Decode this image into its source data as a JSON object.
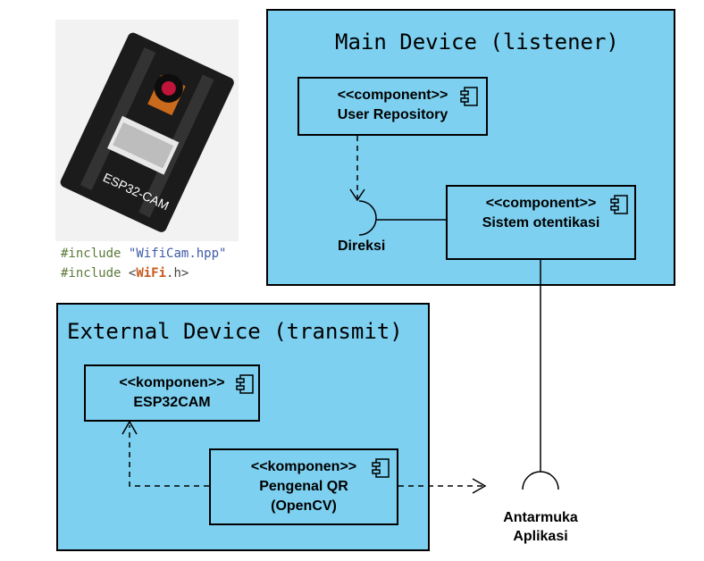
{
  "main_device": {
    "title": "Main Device (listener)",
    "user_repository": {
      "stereotype": "<<component>>",
      "name": "User Repository"
    },
    "sistem_otentikasi": {
      "stereotype": "<<component>>",
      "name": "Sistem otentikasi"
    },
    "direksi_label": "Direksi"
  },
  "external_device": {
    "title": "External Device (transmit)",
    "esp32cam": {
      "stereotype": "<<komponen>>",
      "name": "ESP32CAM"
    },
    "pengenal_qr": {
      "stereotype": "<<komponen>>",
      "name_line1": "Pengenal QR",
      "name_line2": "(OpenCV)"
    }
  },
  "interface": {
    "label_line1": "Antarmuka",
    "label_line2": "Aplikasi"
  },
  "photo": {
    "board_label": "ESP32-CAM"
  },
  "code": [
    {
      "directive": "#include",
      "open": "\"",
      "file": "WifiCam.hpp",
      "close": "\""
    },
    {
      "directive": "#include",
      "open": "<",
      "file": "WiFi",
      "ext": ".h",
      "close": ">"
    }
  ],
  "colors": {
    "package_fill": "#7dd0f0",
    "stroke": "#000000"
  }
}
